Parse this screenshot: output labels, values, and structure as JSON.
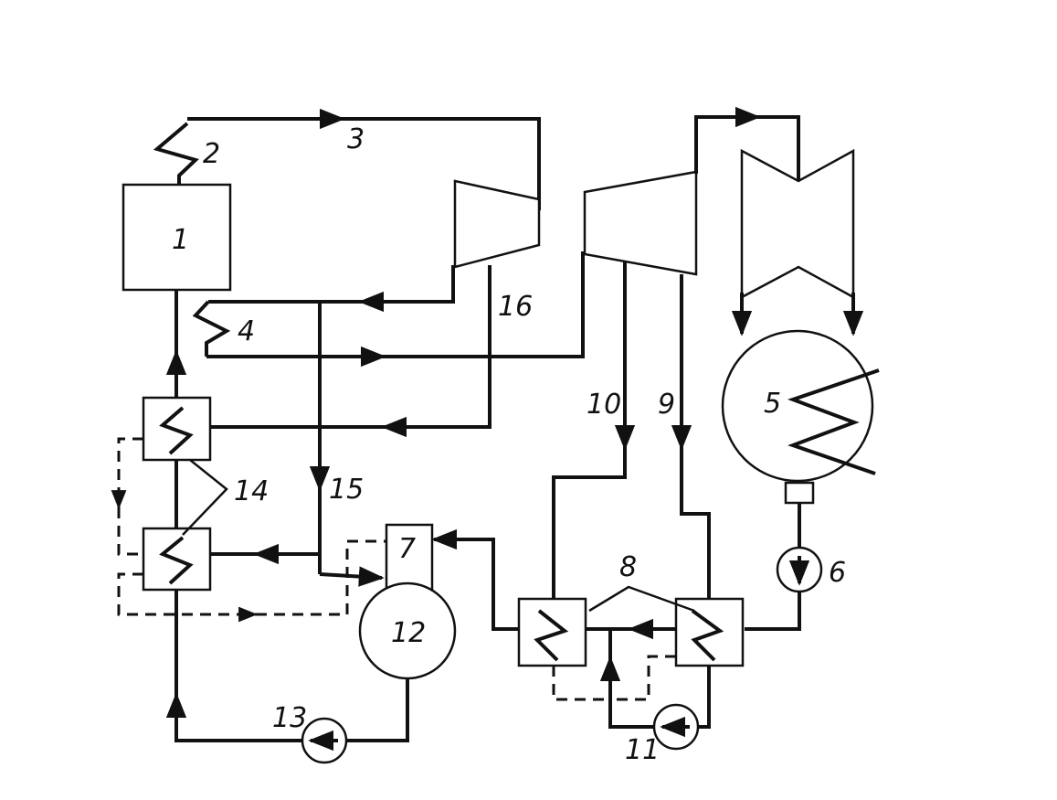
{
  "labels": {
    "boiler": "1",
    "superheater": "2",
    "main_steam_line": "3",
    "reheater": "4",
    "condenser": "5",
    "condensate_pump": "6",
    "deaerator": "7",
    "lp_heaters": "8",
    "extraction_9": "9",
    "extraction_10": "10",
    "drain_pump": "11",
    "feed_tank": "12",
    "feed_pump": "13",
    "hp_heaters": "14",
    "extraction_15": "15",
    "extraction_16": "16"
  },
  "colors": {
    "line": "#111111",
    "background": "#ffffff"
  }
}
